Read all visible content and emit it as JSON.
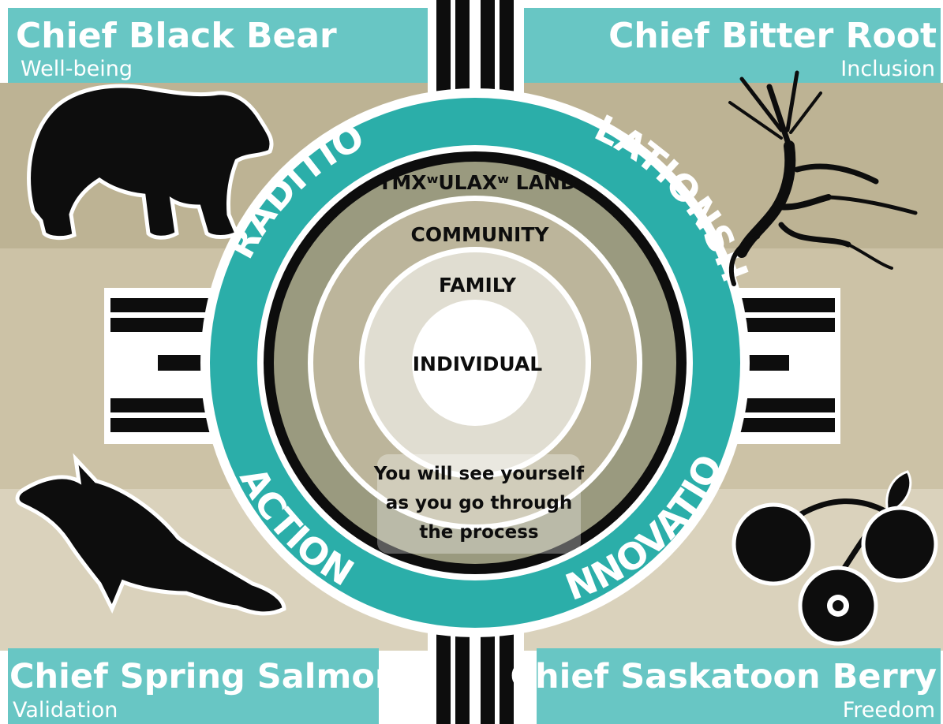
{
  "corners": {
    "top_left": {
      "title": "Chief Black Bear",
      "subtitle": "Well-being",
      "icon": "bear-icon"
    },
    "top_right": {
      "title": "Chief Bitter Root",
      "subtitle": "Inclusion",
      "icon": "bitter-root-icon"
    },
    "bottom_left": {
      "title": "Chief Spring Salmon",
      "subtitle": "Validation",
      "icon": "salmon-icon"
    },
    "bottom_right": {
      "title": "Chief Saskatoon Berry",
      "subtitle": "Freedom",
      "icon": "saskatoon-berry-icon"
    }
  },
  "ring": {
    "top_left": "TRADITION",
    "top_right": "RELATIONSHIP",
    "bottom_left": "ACTION",
    "bottom_right": "INNOVATION"
  },
  "circles": {
    "land": "TMXʷULAXʷ LAND",
    "community": "COMMUNITY",
    "family": "FAMILY",
    "individual": "INDIVIDUAL"
  },
  "note": {
    "line1": "You will see yourself",
    "line2": "as you go through",
    "line3": "the process"
  },
  "colors": {
    "teal": "#68C6C4",
    "ring_teal": "#2BAEA9",
    "band_dark": "#BDB394",
    "band_mid": "#CCC2A6",
    "band_light": "#DAD2BC",
    "land": "#9A9A7F",
    "community": "#BCB59B",
    "family": "#E0DDD1",
    "black": "#0d0d0d"
  }
}
